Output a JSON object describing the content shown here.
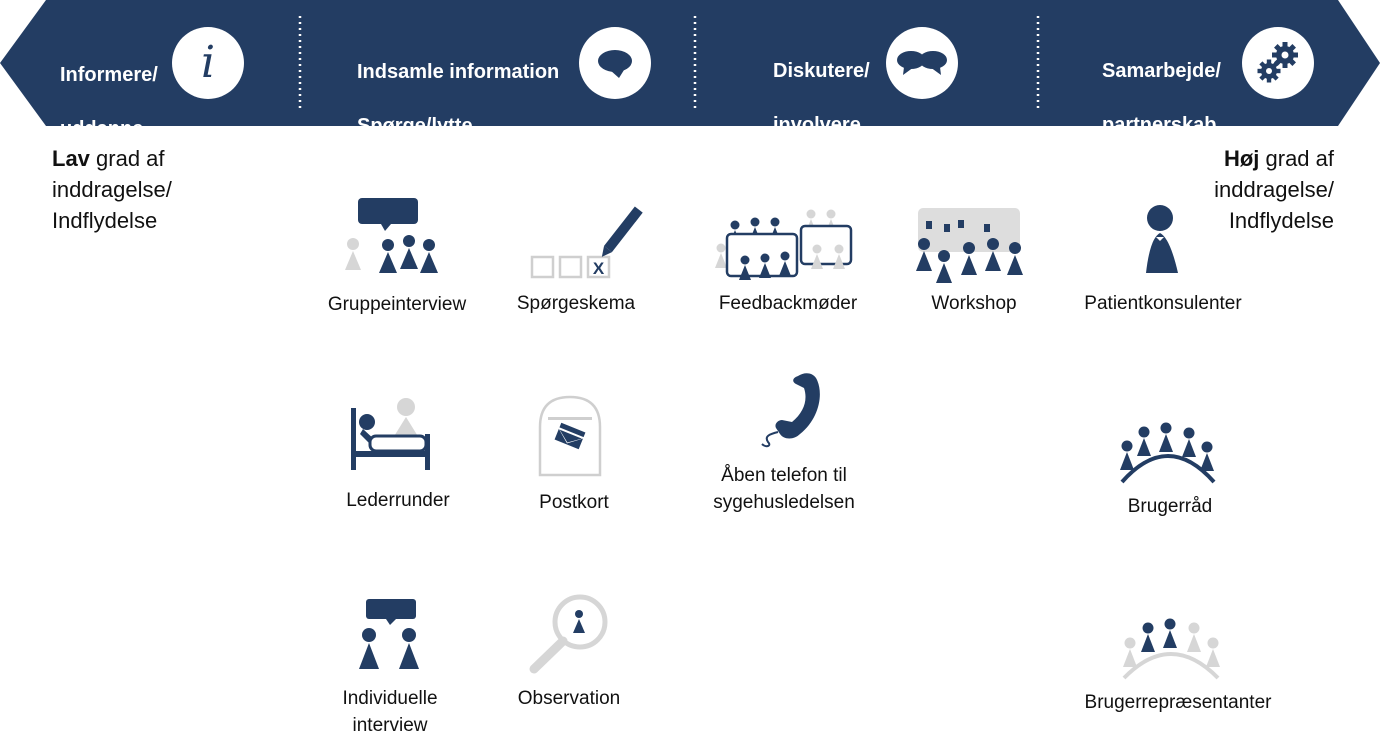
{
  "colors": {
    "navy": "#233d63",
    "grey": "#d6d6d6",
    "white": "#ffffff"
  },
  "stages": [
    {
      "line1": "Informere/",
      "line2": "uddanne",
      "icon": "info-icon"
    },
    {
      "line1": "Indsamle information",
      "line2": "Spørge/lytte",
      "icon": "speech-bubble-icon"
    },
    {
      "line1": "Diskutere/",
      "line2": "involvere",
      "icon": "dialogue-icon"
    },
    {
      "line1": "Samarbejde/",
      "line2": "partnerskab",
      "icon": "gears-icon"
    }
  ],
  "info_glyph": "i",
  "low": {
    "bold": "Lav",
    "rest1": " grad af",
    "line2": "inddragelse/",
    "line3": "Indflydelse"
  },
  "high": {
    "bold": "Høj",
    "rest1": " grad af",
    "line2": "inddragelse/",
    "line3": "Indflydelse"
  },
  "methods": {
    "gruppeinterview": "Gruppeinterview",
    "spoergeskema": "Spørgeskema",
    "checkbox_mark": "X",
    "feedbackmoeder": "Feedbackmøder",
    "workshop": "Workshop",
    "patientkonsulenter": "Patientkonsulenter",
    "lederrunder": "Lederrunder",
    "postkort": "Postkort",
    "telefon_line1": "Åben telefon til",
    "telefon_line2": "sygehusledelsen",
    "brugerraad": "Brugerråd",
    "individuelle_line1": "Individuelle",
    "individuelle_line2": "interview",
    "observation": "Observation",
    "brugerrepraesentanter": "Brugerrepræsentanter"
  }
}
